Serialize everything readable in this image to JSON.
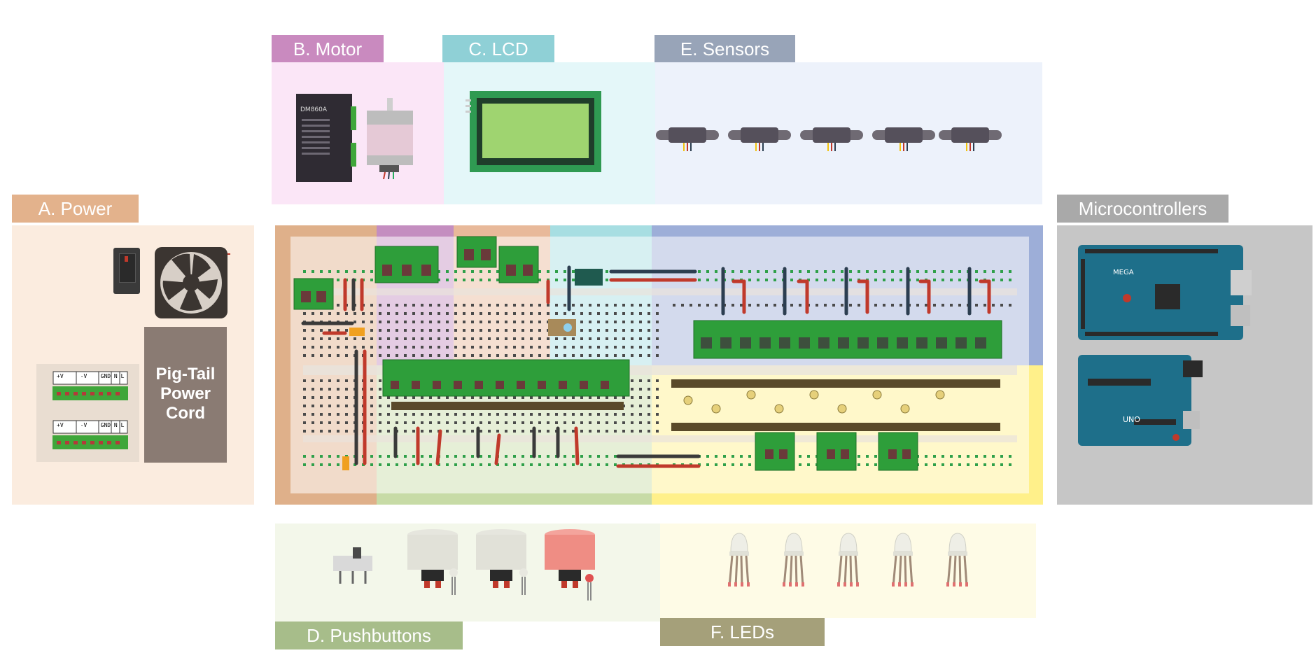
{
  "labels": {
    "power": "A. Power",
    "motor": "B. Motor",
    "lcd": "C. LCD",
    "pushbuttons": "D. Pushbuttons",
    "sensors": "E. Sensors",
    "leds": "F. LEDs",
    "microcontrollers": "Microcontrollers"
  },
  "power": {
    "pigtail": [
      "Pig-Tail",
      "Power",
      "Cord"
    ],
    "terminal_headers": [
      "+V",
      "-V",
      "GND",
      "N",
      "L"
    ]
  },
  "motor": {
    "driver_text": "DM860A"
  },
  "microcontrollers": {
    "board1_text": "MEGA",
    "board2_text": "UNO"
  },
  "colors": {
    "power": "#e3b28c",
    "motor": "#c98abf",
    "lcd": "#8fd0d6",
    "sensors": "#98a4b8",
    "pushbuttons": "#a7bd8a",
    "leds": "#a5a07a",
    "micro": "#a9a9a9",
    "terminal_green": "#3fa63a",
    "board_blue": "#1e6f8a"
  }
}
